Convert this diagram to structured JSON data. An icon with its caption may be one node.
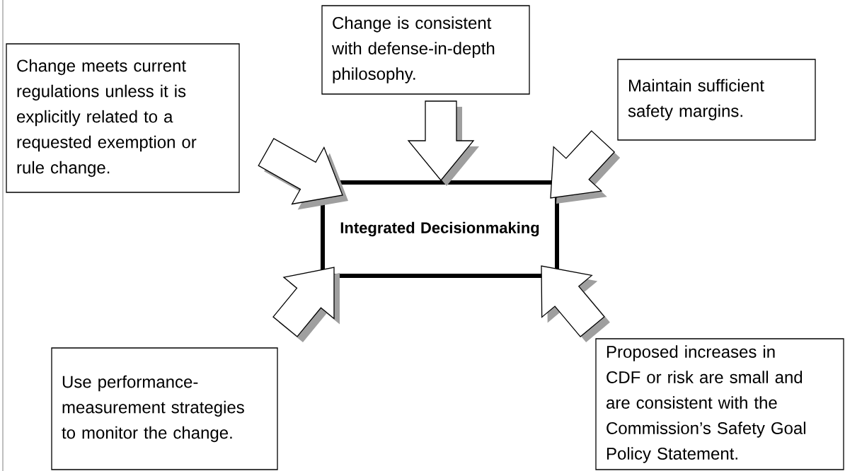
{
  "diagram": {
    "nodes": [
      {
        "text": [
          "Change is consistent with defense-in-depth philosophy."
        ]
      },
      {
        "text": [
          "Change meets current regulations unless it is explicitly related to a requested exemption or rule change."
        ]
      },
      {
        "text": [
          "Maintain sufficient safety margins."
        ]
      },
      {
        "text": [
          "Integrated Decisionmaking"
        ]
      },
      {
        "text": [
          "Use performance-measurement strategies to monitor the change."
        ]
      },
      {
        "text": [
          "Proposed increases in CDF or risk are small and are consistent with the Commission’s Safety Goal Policy Statement."
        ]
      }
    ],
    "edges": [
      {
        "from": 0,
        "to": 3,
        "arrow": "to"
      },
      {
        "from": 1,
        "to": 3,
        "arrow": "to"
      },
      {
        "from": 2,
        "to": 3,
        "arrow": "to"
      },
      {
        "from": 4,
        "to": 3,
        "arrow": "to"
      },
      {
        "from": 5,
        "to": 3,
        "arrow": "to"
      }
    ]
  }
}
